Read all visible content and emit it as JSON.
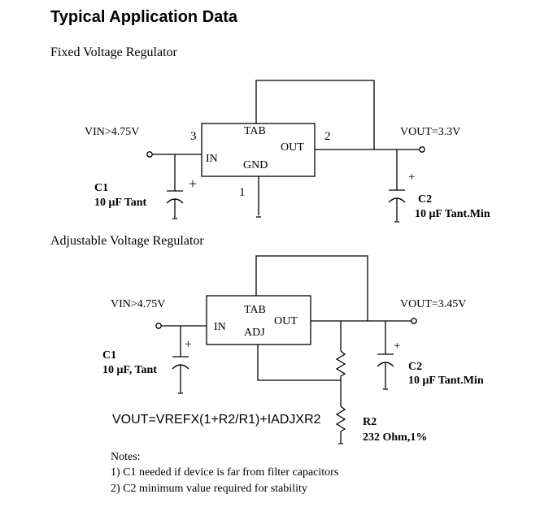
{
  "page_title": "Typical Application Data",
  "fixed": {
    "section_title": "Fixed Voltage Regulator",
    "vin_label": "VIN>4.75V",
    "vout_label": "VOUT=3.3V",
    "pin_in_number": "3",
    "pin_out_number": "2",
    "pin_gnd_number": "1",
    "pin_tab": "TAB",
    "pin_in": "IN",
    "pin_out": "OUT",
    "pin_gnd": "GND",
    "c1_name": "C1",
    "c1_value": "10 μF Tant",
    "c2_name": "C2",
    "c2_value": "10 μF Tant.Min",
    "plus": "+"
  },
  "adjustable": {
    "section_title": "Adjustable Voltage Regulator",
    "vin_label": "VIN>4.75V",
    "vout_label": "VOUT=3.45V",
    "pin_tab": "TAB",
    "pin_in": "IN",
    "pin_out": "OUT",
    "pin_adj": "ADJ",
    "c1_name": "C1",
    "c1_value": "10 μF, Tant",
    "c2_name": "C2",
    "c2_value": "10 μF  Tant.Min",
    "r2_name": "R2",
    "r2_value": "232 Ohm,1%",
    "formula": "VOUT=VREFX(1+R2/R1)+IADJXR2",
    "plus": "+"
  },
  "notes": {
    "title": "Notes:",
    "items": [
      "1) C1 needed if device is far from filter capacitors",
      "2) C2 minimum value required for stability"
    ]
  }
}
